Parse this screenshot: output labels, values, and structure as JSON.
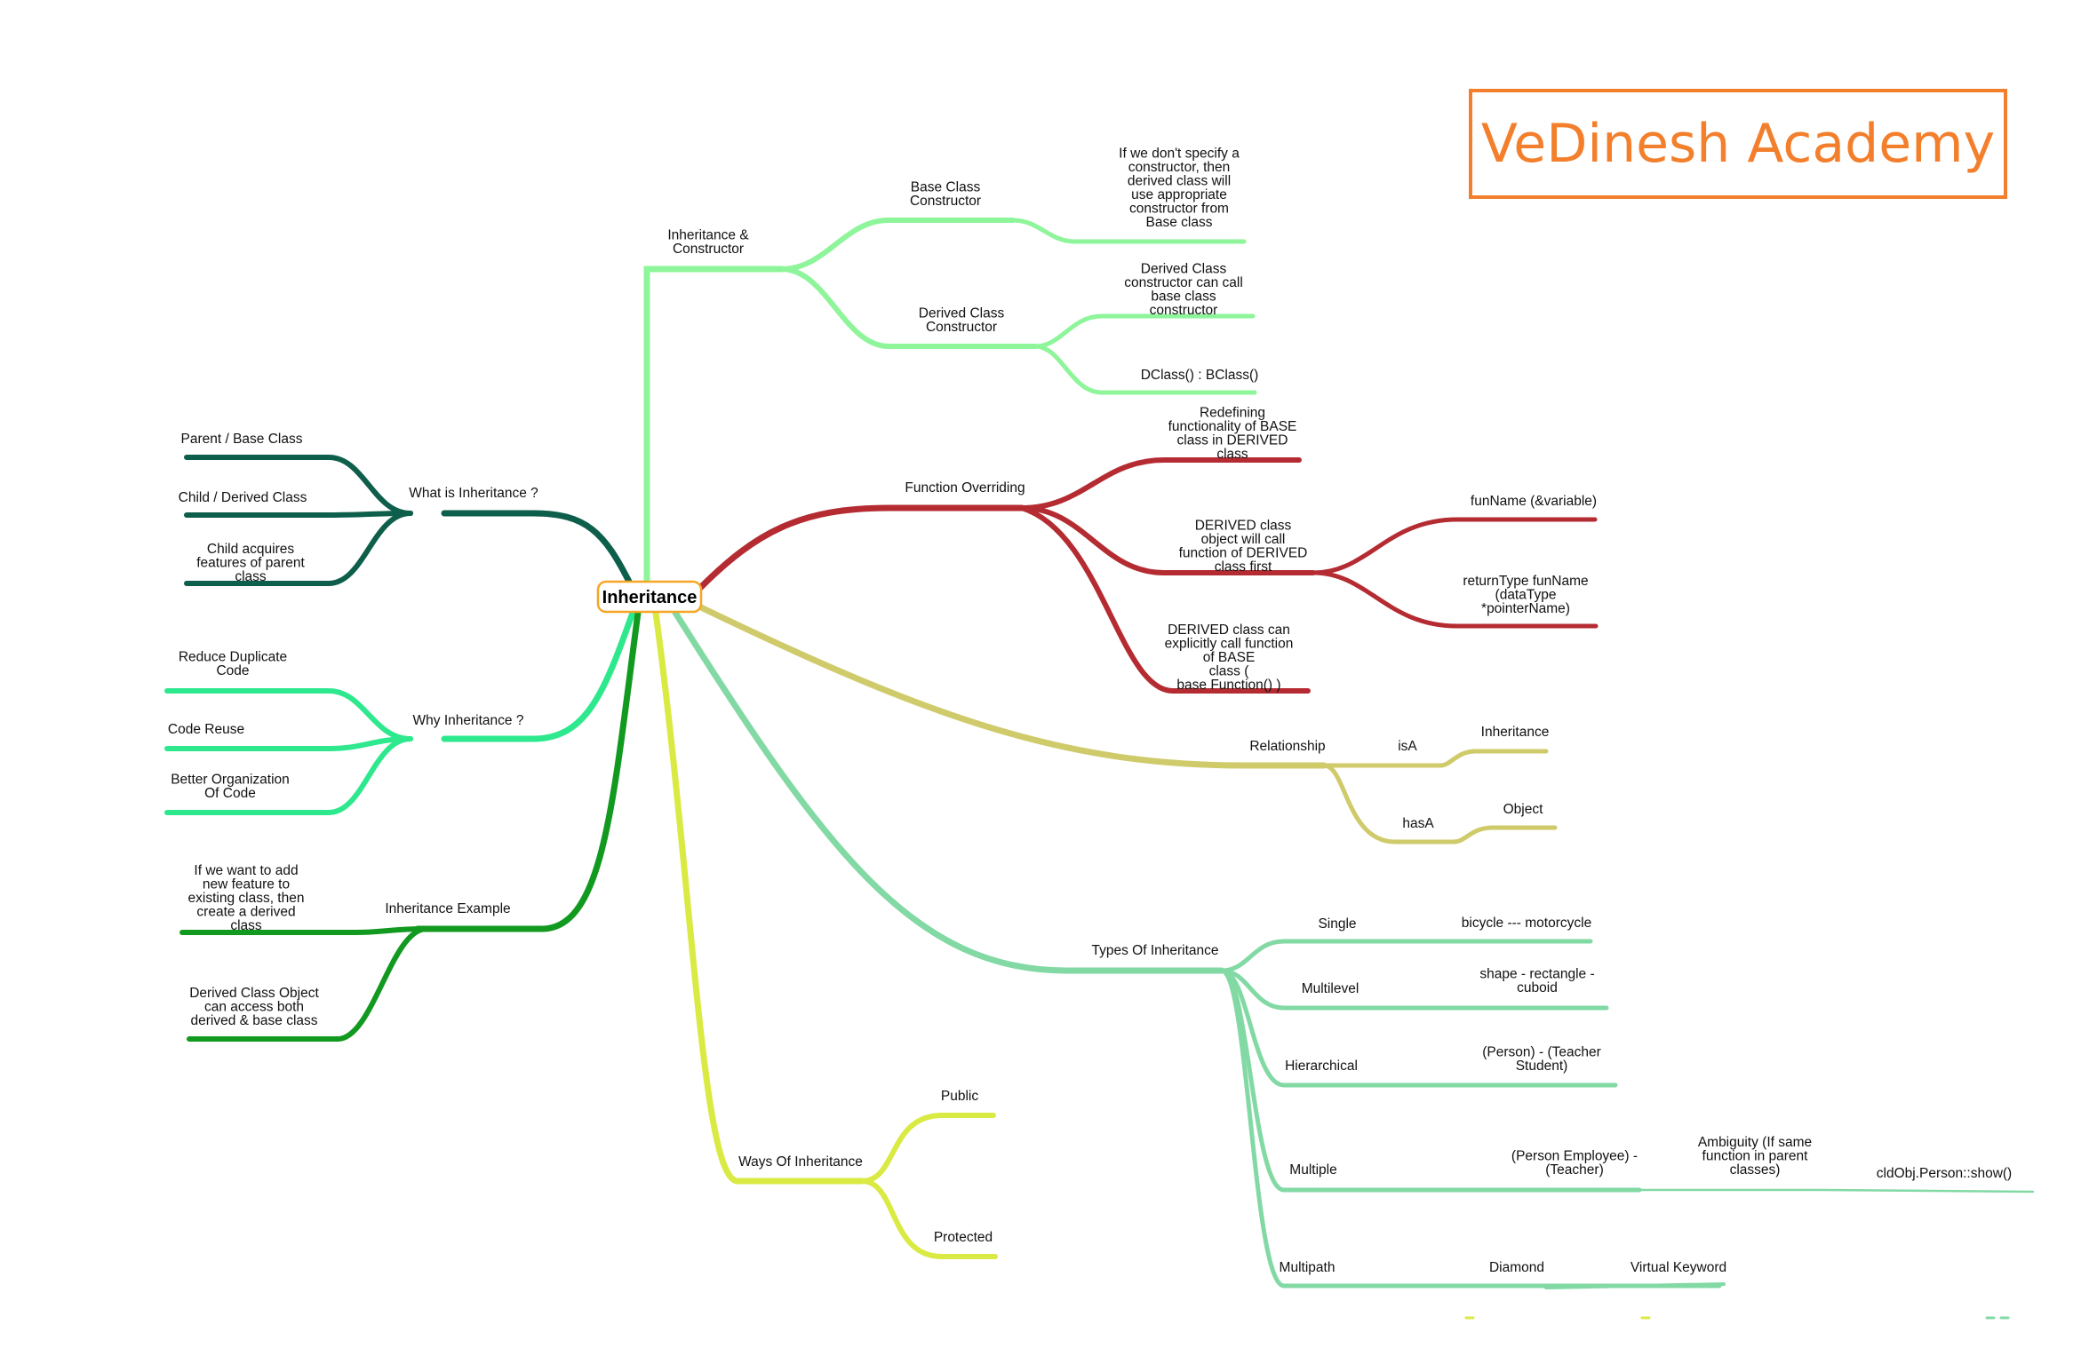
{
  "brand": {
    "title": "VeDinesh Academy",
    "color": "#f37f2c"
  },
  "colors": {
    "what": "#0d5e4a",
    "why": "#2ee88e",
    "example": "#12991f",
    "constructor": "#8ef59a",
    "overriding": "#b52b32",
    "relationship": "#cfca6a",
    "types": "#82d9a4",
    "ways": "#d9ea42",
    "root_border": "#f5a623"
  },
  "map": {
    "root": "Inheritance",
    "what_is": {
      "title": "What is Inheritance ?",
      "items": [
        [
          "Parent / Base Class"
        ],
        [
          "Child / Derived Class"
        ],
        [
          "Child  acquires",
          "features  of  parent",
          "class"
        ]
      ]
    },
    "why": {
      "title": "Why Inheritance ?",
      "items": [
        [
          "Reduce  Duplicate",
          "Code"
        ],
        [
          "Code Reuse"
        ],
        [
          "Better  Organization",
          "Of  Code"
        ]
      ]
    },
    "example": {
      "title": "Inheritance Example",
      "items": [
        [
          "If  we  want  to  add",
          "new  feature  to",
          "existing  class,  then",
          "create  a  derived",
          "class"
        ],
        [
          "Derived  Class  Object",
          "can  access  both",
          "derived  &  base  class"
        ]
      ]
    },
    "constructor": {
      "title": [
        "Inheritance  &",
        "Constructor"
      ],
      "base": {
        "title": [
          "Base  Class",
          "Constructor"
        ],
        "note": [
          "If  we  don't  specify  a",
          "constructor,  then",
          "derived  class  will",
          "use  appropriate",
          "constructor  from",
          "Base  class"
        ]
      },
      "derived": {
        "title": [
          "Derived  Class",
          "Constructor"
        ],
        "notes": [
          [
            "Derived  Class",
            "constructor  can  call",
            "base  class",
            "constructor"
          ],
          [
            "DClass() : BClass()"
          ]
        ]
      }
    },
    "overriding": {
      "title": "Function Overriding",
      "items": [
        [
          "Redefining",
          "functionality  of  BASE",
          "class  in  DERIVED",
          "class"
        ],
        [
          "DERIVED  class",
          "object  will  call",
          "function  of  DERIVED",
          "class  first"
        ],
        [
          "DERIVED  class  can",
          "explicitly  call  function",
          "of  BASE",
          "class                    (",
          "base  Function()  )"
        ]
      ],
      "syntax": [
        [
          "funName (&variable)"
        ],
        [
          "returnType  funName",
          "(dataType",
          "*pointerName)"
        ]
      ]
    },
    "relationship": {
      "title": "Relationship",
      "items": [
        {
          "label": "isA",
          "child": "Inheritance"
        },
        {
          "label": "hasA",
          "child": "Object"
        }
      ]
    },
    "types": {
      "title": "Types Of Inheritance",
      "items": [
        {
          "label": "Single",
          "example": [
            "bicycle --- motorcycle"
          ]
        },
        {
          "label": "Multilevel",
          "example": [
            "shape  -  rectangle  -",
            "cuboid"
          ]
        },
        {
          "label": "Hierarchical",
          "example": [
            "(Person)  -  (Teacher",
            "Student)"
          ]
        },
        {
          "label": "Multiple",
          "example": [
            "(Person  Employee)  -",
            "(Teacher)"
          ],
          "note": [
            "Ambiguity  (If  same",
            "function  in  parent",
            "classes)"
          ],
          "note2": [
            "cldObj.Person::show()"
          ]
        },
        {
          "label": "Multipath",
          "example": [
            "Diamond"
          ],
          "note": [
            "Virtual Keyword"
          ]
        }
      ]
    },
    "ways": {
      "title": "Ways Of Inheritance",
      "items": [
        "Public",
        "Protected"
      ]
    }
  }
}
